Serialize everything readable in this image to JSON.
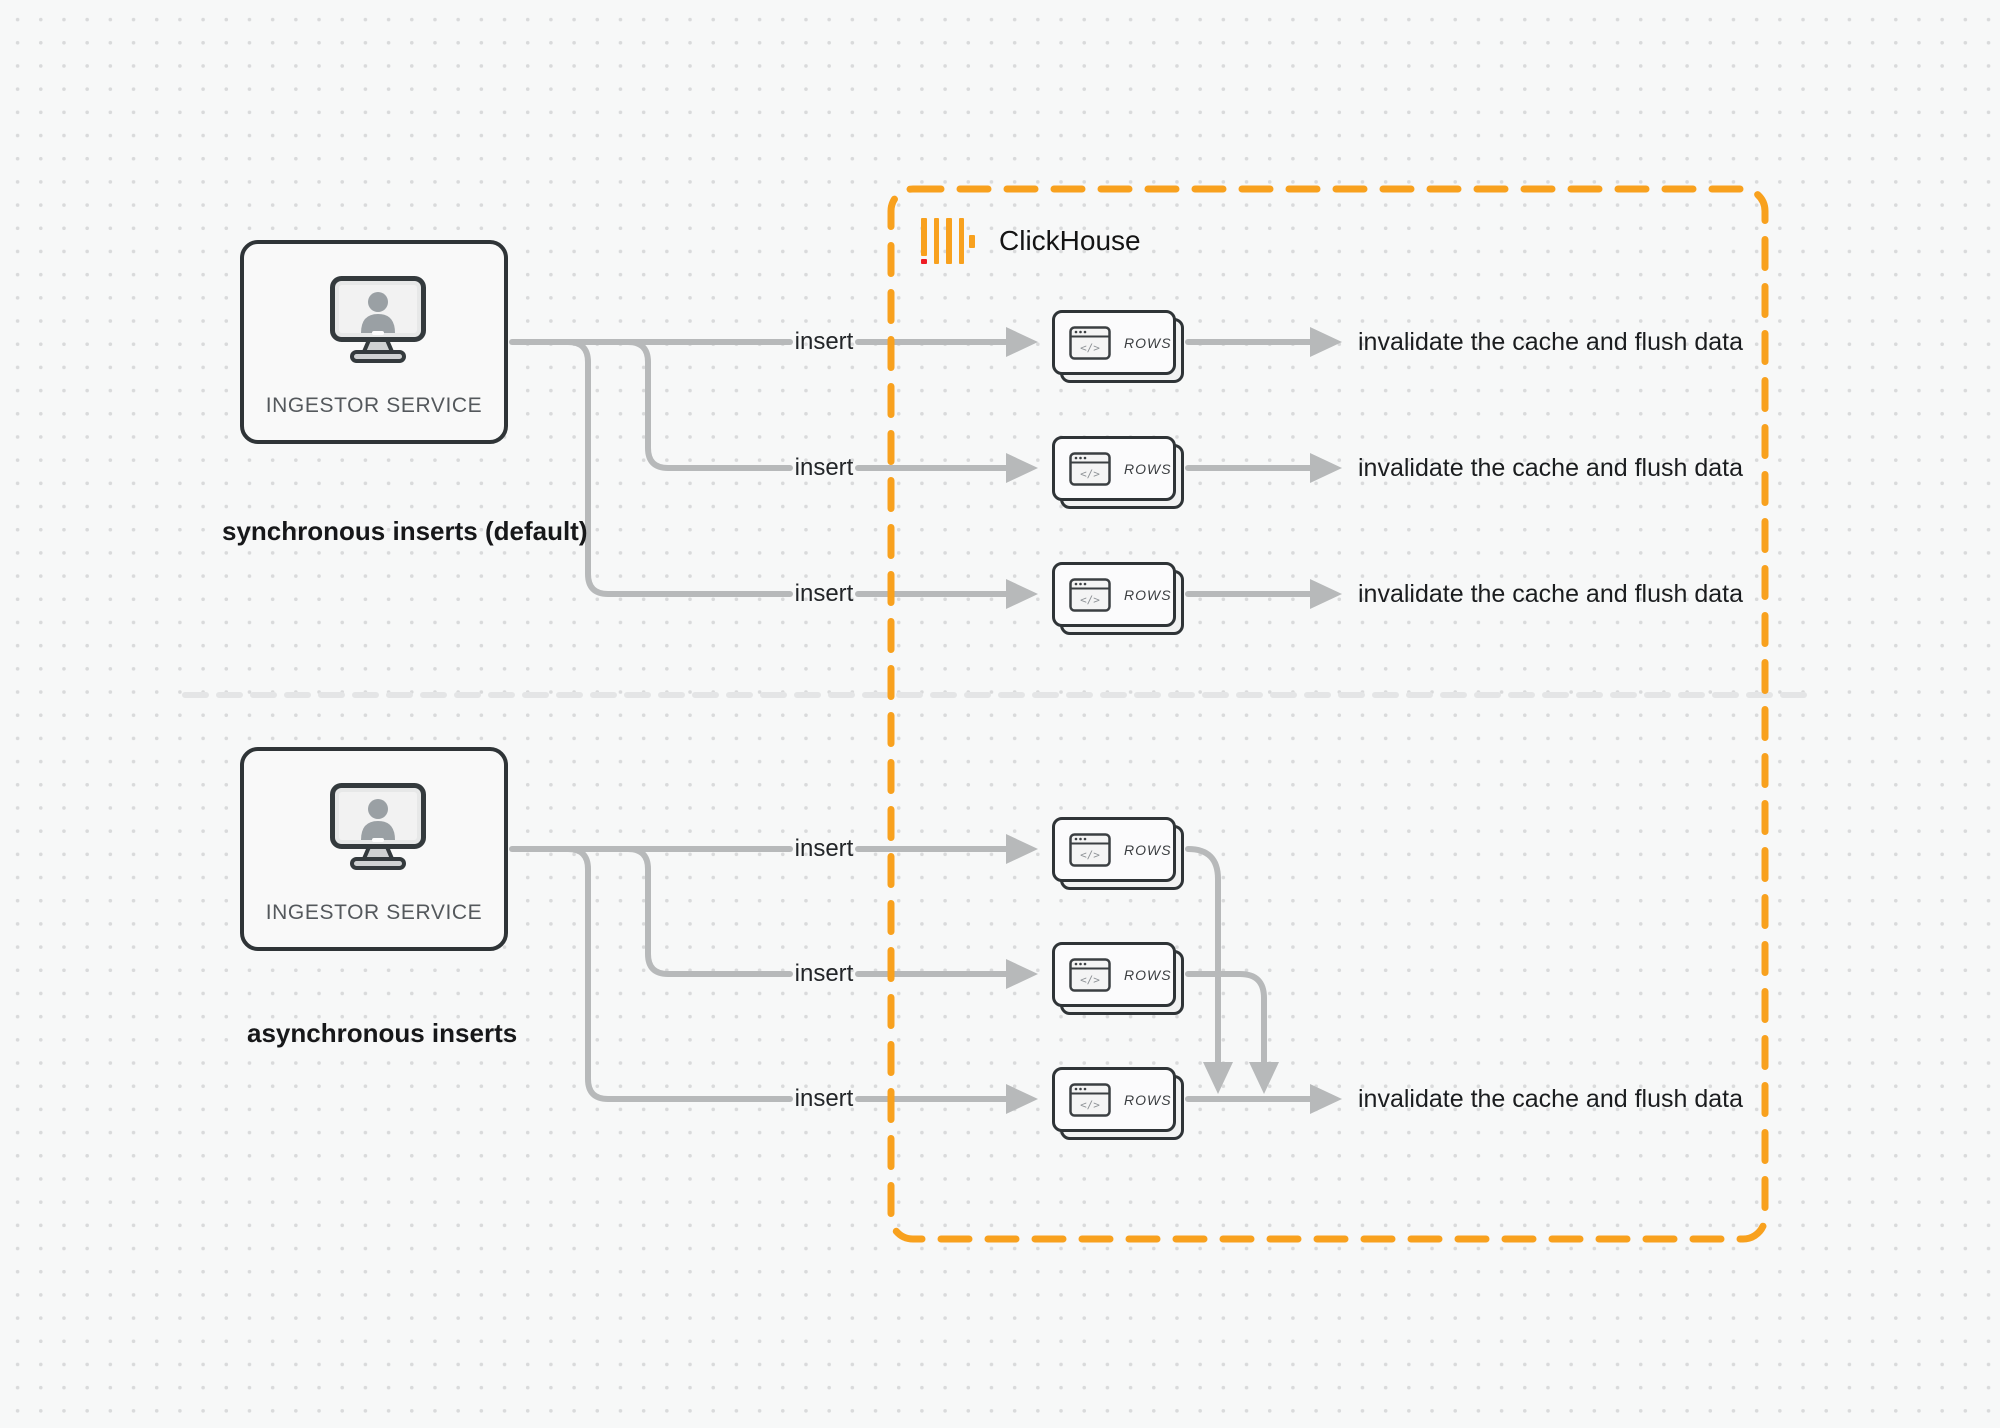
{
  "diagram": {
    "clickhouse": {
      "name": "ClickHouse"
    },
    "sync_section": {
      "title": "synchronous inserts (default)",
      "service_label": "INGESTOR SERVICE"
    },
    "async_section": {
      "title": "asynchronous inserts",
      "service_label": "INGESTOR SERVICE"
    },
    "labels": {
      "insert": "insert",
      "invalidate": "invalidate the cache and flush data"
    },
    "card": {
      "label": "ROWS",
      "icon_text": "</>"
    },
    "colors": {
      "accent_orange": "#F8A11E",
      "logo_red": "#EE1C25",
      "connector_gray": "#b7b9ba",
      "divider_gray": "#e4e5e6",
      "border_dark": "#2f3437"
    }
  }
}
